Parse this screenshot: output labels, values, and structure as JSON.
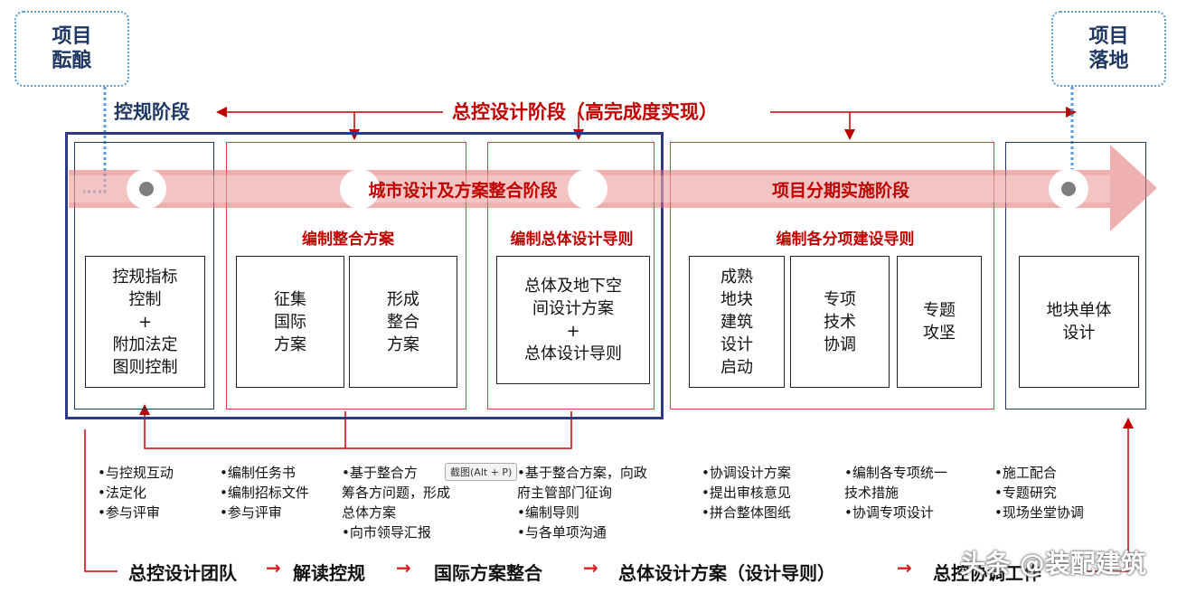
{
  "top": {
    "left_box": {
      "line1": "项目",
      "line2": "酝酿"
    },
    "right_box": {
      "line1": "项目",
      "line2": "落地"
    },
    "stage_left": "控规阶段",
    "stage_main": "总控设计阶段（高完成度实现）"
  },
  "phases": {
    "phase1": "城市设计及方案整合阶段",
    "phase2": "项目分期实施阶段"
  },
  "subtitles": {
    "s1": "编制整合方案",
    "s2": "编制总体设计导则",
    "s3": "编制各分项建设导则"
  },
  "cards": {
    "c1": "控规指标\n控制\n+\n附加法定\n图则控制",
    "c2": "征集\n国际\n方案",
    "c3": "形成\n整合\n方案",
    "c4": "总体及地下空\n间设计方案\n+\n总体设计导则",
    "c5": "成熟\n地块\n建筑\n设计\n启动",
    "c6": "专项\n技术\n协调",
    "c7": "专题\n攻坚",
    "c8": "地块单体\n设计"
  },
  "bullets": {
    "col1": [
      "•与控规互动",
      "•法定化",
      "•参与评审"
    ],
    "col2": [
      "•编制任务书",
      "•编制招标文件",
      "•参与评审"
    ],
    "col3": [
      "•基于整合方",
      "  筹各方问题，形成\n  总体方案",
      "•向市领导汇报"
    ],
    "col4": [
      "•基于整合方案，向政\n  府主管部门征询",
      "•编制导则",
      "•与各单项沟通"
    ],
    "col5": [
      "•协调设计方案",
      "•提出审核意见",
      "•拼合整体图纸"
    ],
    "col6": [
      "•编制各专项统一\n  技术措施",
      "•协调专项设计"
    ],
    "col7": [
      "•施工配合",
      "•专题研究",
      "•现场坐堂协调"
    ]
  },
  "tooltip": "截图(Alt + P)",
  "bottom": {
    "step1": "总控设计团队",
    "step2": "解读控规",
    "step3": "国际方案整合",
    "step4": "总体设计方案（设计导则）",
    "step5": "总控协调工作",
    "arrow": "→"
  },
  "watermark": "头条 @装配建筑",
  "colors": {
    "red": "#c00000",
    "navy": "#2e3a87",
    "band": "#e8a0a0",
    "dotted": "#5b9bd5"
  }
}
